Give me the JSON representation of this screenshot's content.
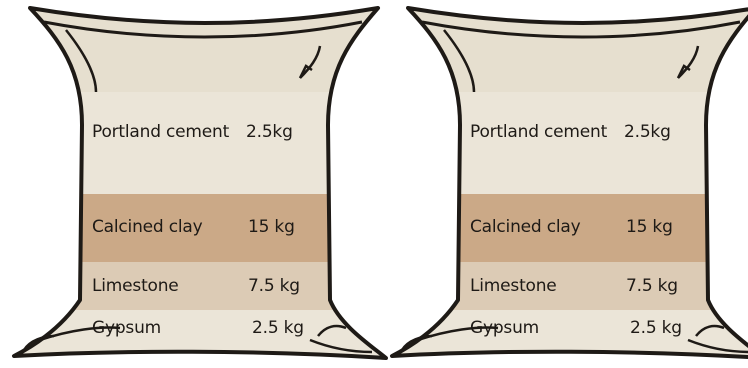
{
  "sacks": [
    {
      "rows": [
        {
          "name": "Portland cement",
          "amount": "2.5kg",
          "color": "#ebe5d8"
        },
        {
          "name": "Calcined clay",
          "amount": "15 kg",
          "color": "#cba987"
        },
        {
          "name": "Limestone",
          "amount": "7.5 kg",
          "color": "#dccbb5"
        },
        {
          "name": "Gypsum",
          "amount": "2.5 kg",
          "color": "#ebe5d8"
        }
      ]
    },
    {
      "rows": [
        {
          "name": "Portland cement",
          "amount": "2.5kg",
          "color": "#ebe5d8"
        },
        {
          "name": "Calcined clay",
          "amount": "15 kg",
          "color": "#cba987"
        },
        {
          "name": "Limestone",
          "amount": "7.5 kg",
          "color": "#dccbb5"
        },
        {
          "name": "Gypsum",
          "amount": "2.5 kg",
          "color": "#ebe5d8"
        }
      ]
    }
  ],
  "colors": {
    "outline": "#1e1a16",
    "top_fabric": "#e6dfcf"
  }
}
